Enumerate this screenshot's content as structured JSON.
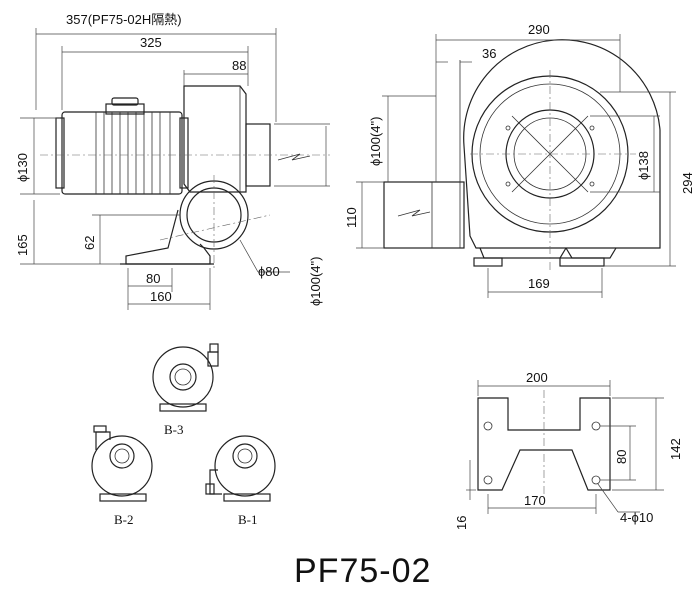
{
  "title": "PF75-02",
  "side_view": {
    "dims": {
      "overall_heat": "357(PF75-02H隔熱)",
      "motor_length": "325",
      "casing_width": "88",
      "motor_dia": "ϕ130",
      "center_height": "165",
      "outlet_height": "62",
      "foot_inner": "80",
      "foot_outer": "160",
      "inlet_dia": "ϕ80",
      "outlet_dia": "ϕ100(4\")"
    }
  },
  "front_view": {
    "dims": {
      "overall_width": "290",
      "outlet_offset": "36",
      "outlet_dia": "ϕ100(4\")",
      "inner_dia": "ϕ138",
      "overall_height": "294",
      "outlet_center": "110",
      "foot_span": "169"
    }
  },
  "base_plate": {
    "dims": {
      "width": "200",
      "depth": "142",
      "inner_depth": "80",
      "hole_span": "170",
      "thickness": "16",
      "holes": "4-ϕ10"
    }
  },
  "variants": {
    "b3": "B-3",
    "b2": "B-2",
    "b1": "B-1"
  }
}
